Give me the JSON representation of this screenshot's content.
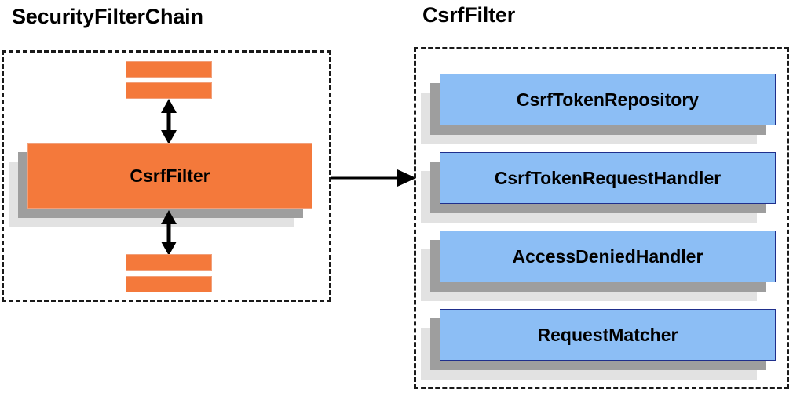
{
  "diagram": {
    "left_panel": {
      "title": "SecurityFilterChain",
      "filter_box": {
        "label": "CsrfFilter"
      },
      "bars_top": [
        {
          "label": ""
        },
        {
          "label": ""
        }
      ],
      "bars_bottom": [
        {
          "label": ""
        },
        {
          "label": ""
        }
      ],
      "arrow_up": {
        "kind": "double-arrow-vertical"
      },
      "arrow_down": {
        "kind": "double-arrow-vertical"
      }
    },
    "right_panel": {
      "title": "CsrfFilter",
      "collaborators": [
        {
          "label": "CsrfTokenRepository"
        },
        {
          "label": "CsrfTokenRequestHandler"
        },
        {
          "label": "AccessDeniedHandler"
        },
        {
          "label": "RequestMatcher"
        }
      ]
    },
    "connector": {
      "kind": "arrow-right",
      "label": ""
    },
    "colors": {
      "orange": "#f4793b",
      "orange_border": "#f1a07b",
      "blue": "#8cbef5",
      "blue_border": "#1f2f8c",
      "shadow_dark": "#9e9e9e",
      "shadow_light": "#e2e2e2",
      "outline": "#1a1a1a",
      "text": "#000000",
      "background": "#ffffff"
    }
  }
}
